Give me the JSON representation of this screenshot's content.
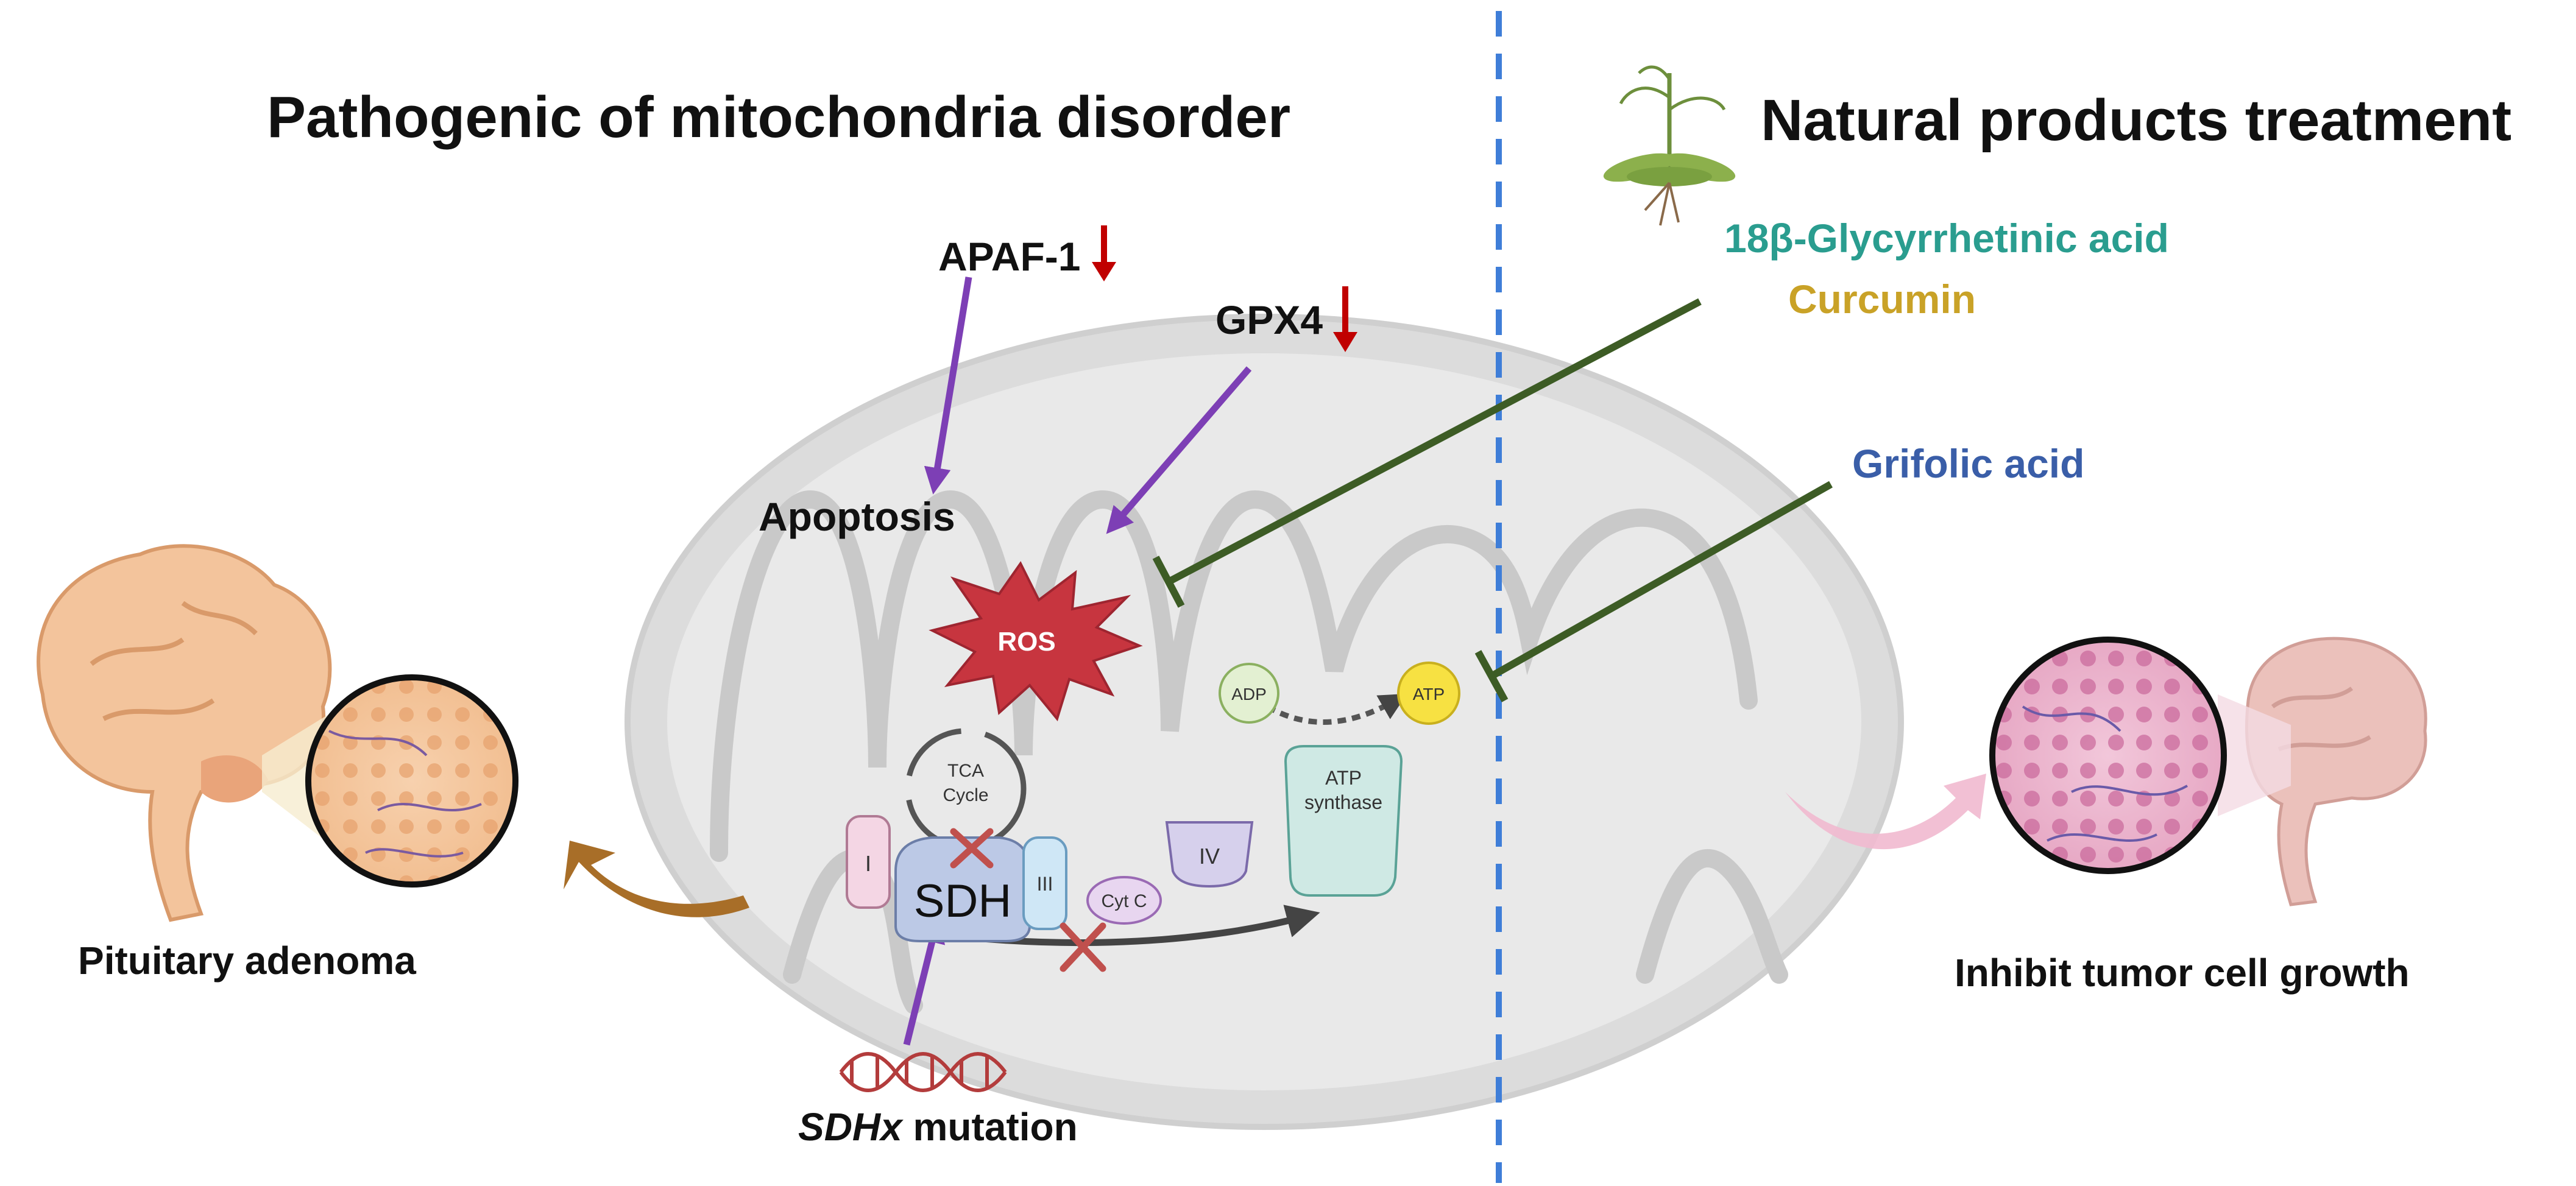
{
  "left_panel": {
    "title": "Pathogenic of mitochondria disorder",
    "apaf": "APAF-1",
    "gpx4": "GPX4",
    "apoptosis": "Apoptosis",
    "ros": "ROS",
    "tca": [
      "TCA",
      "Cycle"
    ],
    "complexes": {
      "c1": "I",
      "sdh": "SDH",
      "c3": "III",
      "cytc": "Cyt C",
      "c4": "IV",
      "atp_synthase": [
        "ATP",
        "synthase"
      ]
    },
    "adp": "ADP",
    "atp": "ATP",
    "mutation_gene": "SDHx",
    "mutation_word": " mutation",
    "outcome": "Pituitary adenoma"
  },
  "right_panel": {
    "title": "Natural products treatment",
    "compounds": [
      {
        "name": "18β-Glycyrrhetinic acid",
        "color": "#2a9d8f"
      },
      {
        "name": "Curcumin",
        "color": "#c9a227"
      },
      {
        "name": "Grifolic acid",
        "color": "#3a5ea8"
      }
    ],
    "outcome": "Inhibit tumor cell growth"
  },
  "colors": {
    "arrow_purple": "#7d3fb5",
    "inhibit_green": "#3d5c25",
    "down_red": "#c00000",
    "divider_blue": "#3f7ed8",
    "ros_red": "#c7353f",
    "brown_arrow": "#a86e28",
    "pink_arrow": "#f1b9cf"
  }
}
